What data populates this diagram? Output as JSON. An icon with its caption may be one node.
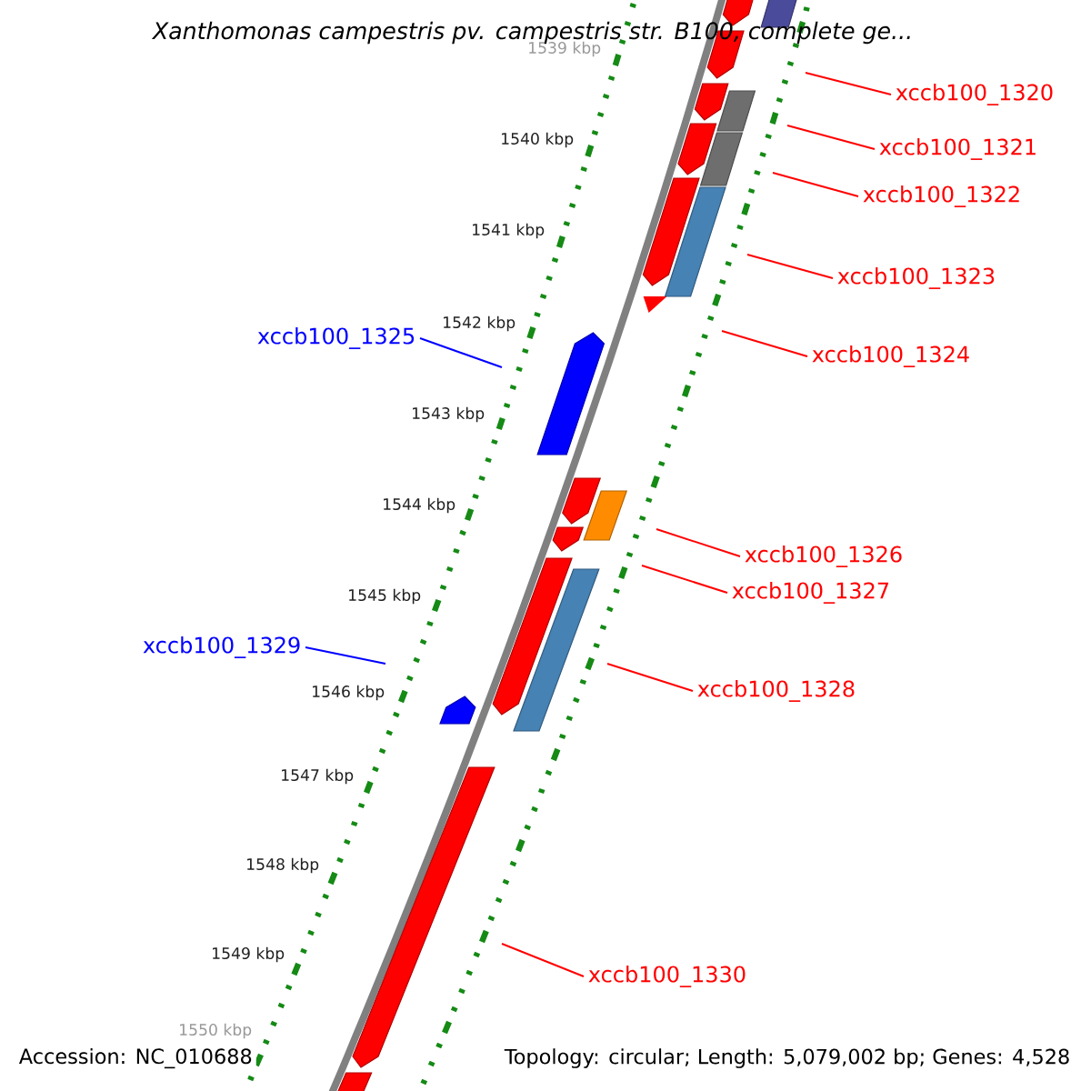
{
  "diagram": {
    "title": "Xanthomonas campestris pv. campestris str. B100, complete ge...",
    "nodes": [
      {
        "text": [
          "xccb100_1320"
        ]
      },
      {
        "text": [
          "xccb100_1321"
        ]
      },
      {
        "text": [
          "xccb100_1322"
        ]
      },
      {
        "text": [
          "xccb100_1323"
        ]
      },
      {
        "text": [
          "xccb100_1324"
        ]
      },
      {
        "text": [
          "xccb100_1325"
        ]
      },
      {
        "text": [
          "xccb100_1326"
        ]
      },
      {
        "text": [
          "xccb100_1327"
        ]
      },
      {
        "text": [
          "xccb100_1328"
        ]
      },
      {
        "text": [
          "xccb100_1329"
        ]
      },
      {
        "text": [
          "xccb100_1330"
        ]
      }
    ],
    "edges": [
      {
        "from": 0,
        "to": null,
        "arrow": "none"
      },
      {
        "from": 1,
        "to": null,
        "arrow": "none"
      },
      {
        "from": 2,
        "to": null,
        "arrow": "none"
      },
      {
        "from": 3,
        "to": null,
        "arrow": "none"
      },
      {
        "from": 4,
        "to": null,
        "arrow": "none"
      },
      {
        "from": 5,
        "to": null,
        "arrow": "none",
        "color": "#0000ff"
      },
      {
        "from": 6,
        "to": null,
        "arrow": "none"
      },
      {
        "from": 7,
        "to": null,
        "arrow": "none"
      },
      {
        "from": 8,
        "to": null,
        "arrow": "none"
      },
      {
        "from": 9,
        "to": null,
        "arrow": "none",
        "color": "#0000ff"
      },
      {
        "from": 10,
        "to": null,
        "arrow": "none"
      }
    ],
    "labels": [
      "1539 kbp",
      "1540 kbp",
      "1541 kbp",
      "1542 kbp",
      "1543 kbp",
      "1544 kbp",
      "1545 kbp",
      "1546 kbp",
      "1547 kbp",
      "1548 kbp",
      "1549 kbp",
      "1550 kbp",
      "Accession: NC_010688",
      "Topology: circular; Length: 5,079,002 bp; Genes: 4,528"
    ]
  }
}
